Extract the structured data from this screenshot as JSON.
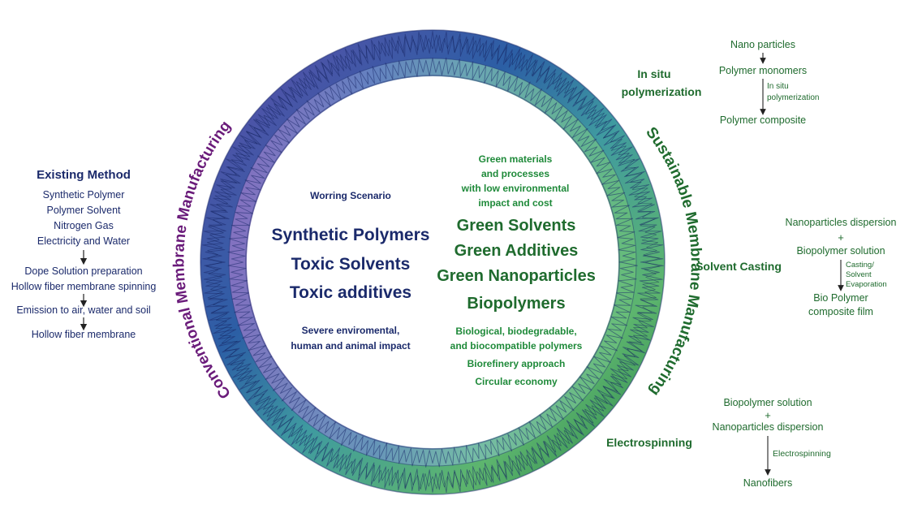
{
  "colors": {
    "conventional": "#6a1b7a",
    "navy": "#1b2a6b",
    "green_text": "#1f8a3a",
    "green_dark": "#1f6b2e",
    "ring_blue": "#2a5aa8",
    "ring_purple": "#7a4aa8",
    "ring_green": "#3aa35a"
  },
  "ring": {
    "left_label": "Conventional Membrane Manufacturing",
    "right_label": "Sustainable Membrane Manufacturing"
  },
  "left_center": {
    "scenario": "Worring Scenario",
    "items": [
      "Synthetic Polymers",
      "Toxic Solvents",
      "Toxic additives"
    ],
    "impact": [
      "Severe enviromental,",
      "human and animal impact"
    ]
  },
  "right_center": {
    "intro": [
      "Green materials",
      "and processes",
      "with low environmental",
      "impact and cost"
    ],
    "items": [
      "Green Solvents",
      "Green Additives",
      "Green Nanoparticles",
      "Biopolymers"
    ],
    "bio": [
      "Biological, biodegradable,",
      "and biocompatible polymers"
    ],
    "biorefinery": "Biorefinery approach",
    "circular": "Circular economy"
  },
  "existing": {
    "title": "Existing Method",
    "inputs": [
      "Synthetic Polymer",
      "Polymer Solvent",
      "Nitrogen Gas",
      "Electricity and Water"
    ],
    "steps": [
      "Dope Solution preparation",
      "Hollow fiber membrane spinning",
      "Emission to air, water and soil",
      "Hollow fiber membrane"
    ]
  },
  "insitu": {
    "label": [
      "In situ",
      "polymerization"
    ],
    "step1": "Nano particles",
    "step2": "Polymer monomers",
    "arrow_label": [
      "In situ",
      "polymerization"
    ],
    "result": "Polymer composite"
  },
  "casting": {
    "label": "Solvent Casting",
    "input1": "Nanoparticles dispersion",
    "plus": "+",
    "input2": "Biopolymer solution",
    "arrow_label": [
      "Casting/",
      "Solvent",
      "Evaporation"
    ],
    "result": [
      "Bio Polymer",
      "composite film"
    ]
  },
  "electro": {
    "label": "Electrospinning",
    "input1": "Biopolymer solution",
    "plus": "+",
    "input2": "Nanoparticles dispersion",
    "arrow_label": "Electrospinning",
    "result": "Nanofibers"
  }
}
